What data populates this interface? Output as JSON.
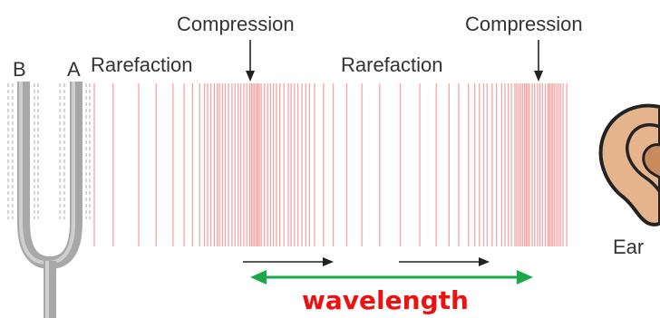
{
  "labels": {
    "compression_left": "Compression",
    "compression_right": "Compression",
    "rarefaction_left": "Rarefaction",
    "rarefaction_right": "Rarefaction",
    "prong_b": "B",
    "prong_a": "A",
    "ear": "Ear",
    "wavelength": "wavelength"
  },
  "colors": {
    "line": "#f3a6a6",
    "arrow": "#222222",
    "wavelength_arrow": "#1aa84a",
    "wavelength_text": "#ee1111",
    "fork": "#a8a8a8",
    "skin": "#e6b48c",
    "ear_outline": "#222222"
  },
  "icons": {
    "fork": "tuning-fork-icon",
    "ear": "ear-icon"
  }
}
